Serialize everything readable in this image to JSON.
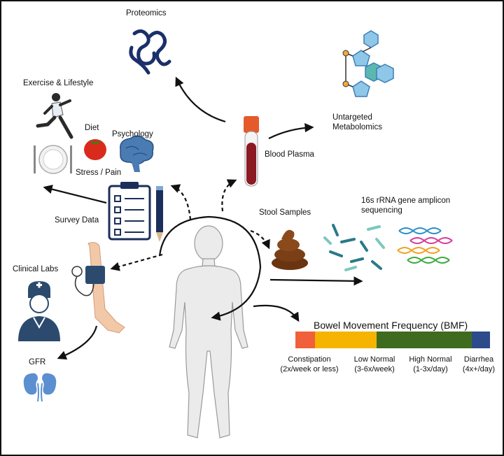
{
  "labels": {
    "proteomics": "Proteomics",
    "exercise": "Exercise & Lifestyle",
    "diet": "Diet",
    "psychology": "Psychology",
    "stress_pain": "Stress / Pain",
    "survey_data": "Survey Data",
    "clinical_labs": "Clinical Labs",
    "gfr": "GFR",
    "blood_plasma": "Blood Plasma",
    "untargeted_line1": "Untargeted",
    "untargeted_line2": "Metabolomics",
    "stool_samples": "Stool Samples",
    "rrna_line1": "16s rRNA gene amplicon",
    "rrna_line2": "sequencing"
  },
  "bmf": {
    "title": "Bowel Movement Frequency (BMF)",
    "segments": [
      {
        "name": "Constipation",
        "detail": "(2x/week or less)",
        "color": "#f0603a"
      },
      {
        "name": "Low Normal",
        "detail": "(3-6x/week)",
        "color": "#f4b400"
      },
      {
        "name": "High Normal",
        "detail": "(1-3x/day)",
        "color": "#3e6b1e"
      },
      {
        "name": "Diarrhea",
        "detail": "(4x+/day)",
        "color": "#2d4a8a"
      }
    ]
  },
  "colors": {
    "arrow": "#111111",
    "blood": "#8b1a22",
    "cap": "#e55a2b",
    "stool": "#7a3f16",
    "protein": "#1a2f6b",
    "molecule_blue": "#8fc7e8",
    "molecule_teal": "#5ab8b0",
    "nurse": "#2b4a6e",
    "kidney": "#5b8fd0",
    "tomato": "#d92b1c",
    "body": "#ebebeb"
  },
  "icons": [
    "protein-icon",
    "runner-icon",
    "plate-icon",
    "tomato-icon",
    "brain-icon",
    "clipboard-icon",
    "pencil-icon",
    "blood-tube-icon",
    "molecule-icon",
    "stool-icon",
    "bacteria-icon",
    "dna-icon",
    "arm-cuff-icon",
    "nurse-icon",
    "kidney-icon",
    "human-body-icon"
  ]
}
